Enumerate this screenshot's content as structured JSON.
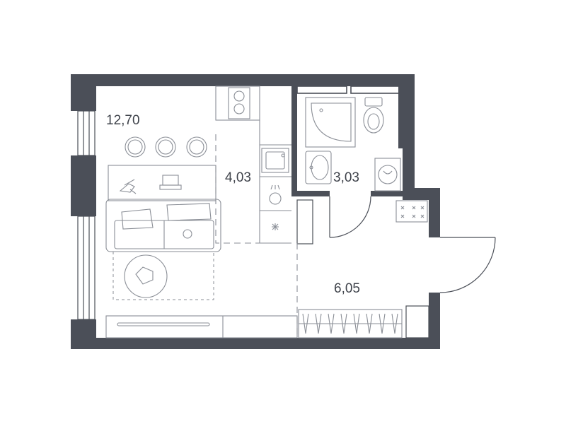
{
  "rooms": {
    "living_area": "12,70",
    "kitchen_area": "4,03",
    "bathroom_area": "3,03",
    "hallway_area": "6,05"
  },
  "colors": {
    "wall": "#4b4f58",
    "furniture": "#8a8e96",
    "background": "#ffffff"
  }
}
